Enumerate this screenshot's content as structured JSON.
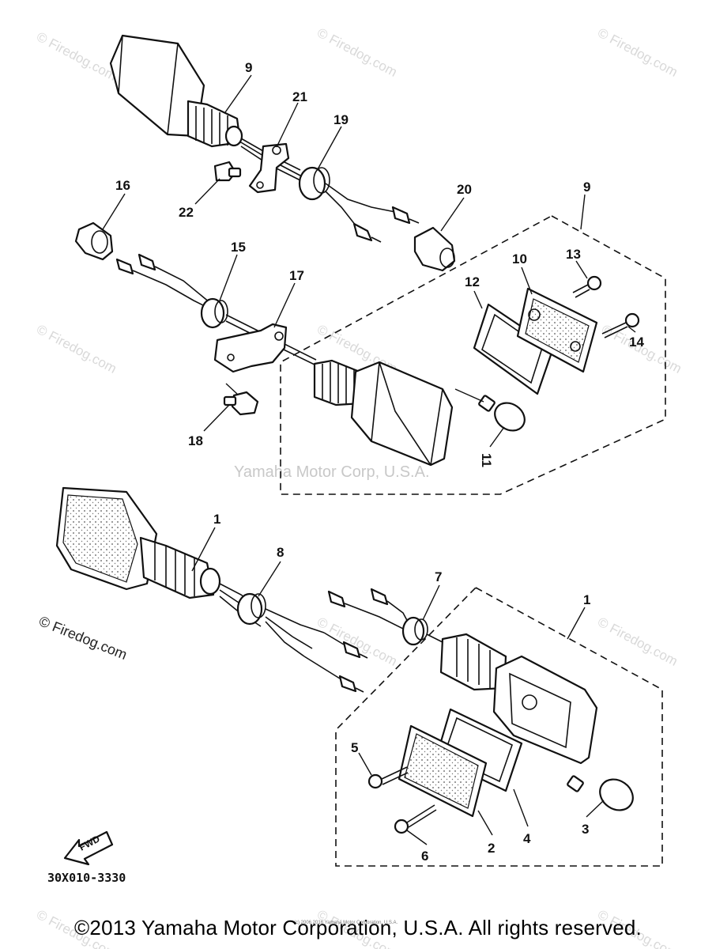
{
  "callouts": {
    "c9a": "9",
    "c21": "21",
    "c19": "19",
    "c22": "22",
    "c16": "16",
    "c20": "20",
    "c9b": "9",
    "c15": "15",
    "c17": "17",
    "c10": "10",
    "c13": "13",
    "c12": "12",
    "c14": "14",
    "c18": "18",
    "c11": "11",
    "c1a": "1",
    "c8": "8",
    "c7": "7",
    "c1b": "1",
    "c5": "5",
    "c3": "3",
    "c2": "2",
    "c4": "4",
    "c6": "6"
  },
  "fwd_label": "FWD",
  "part_code": "30X010-3330",
  "center_watermark": "Yamaha Motor Corp, U.S.A.",
  "watermark": "© Firedog.com",
  "watermark_bold": "© Firedog.com",
  "tiny_copyright": "(c) 2006 2016 Yamaha Motor Corporation, U.S.A.",
  "footer": "©2013 Yamaha Motor Corporation, U.S.A. All rights reserved."
}
